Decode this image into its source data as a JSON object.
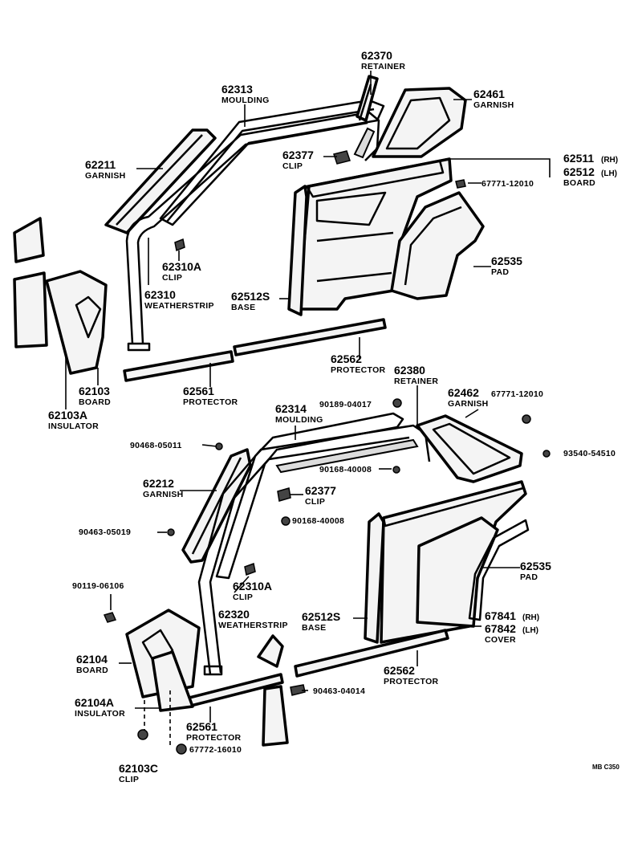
{
  "figure_code": "MB C350",
  "labels": {
    "p62370": {
      "num": "62370",
      "name": "RETAINER"
    },
    "p62313": {
      "num": "62313",
      "name": "MOULDING"
    },
    "p62461": {
      "num": "62461",
      "name": "GARNISH"
    },
    "p62211": {
      "num": "62211",
      "name": "GARNISH"
    },
    "p62377a": {
      "num": "62377",
      "name": "CLIP"
    },
    "p62511": {
      "num": "62511",
      "side": "(RH)"
    },
    "p62512": {
      "num": "62512",
      "side": "(LH)",
      "name": "BOARD"
    },
    "p67771a": {
      "num": "67771-12010"
    },
    "p62310A_a": {
      "num": "62310A",
      "name": "CLIP"
    },
    "p62535a": {
      "num": "62535",
      "name": "PAD"
    },
    "p62310": {
      "num": "62310",
      "name": "WEATHERSTRIP"
    },
    "p62512S_a": {
      "num": "62512S",
      "name": "BASE"
    },
    "p62562a": {
      "num": "62562",
      "name": "PROTECTOR"
    },
    "p62380": {
      "num": "62380",
      "name": "RETAINER"
    },
    "p62103": {
      "num": "62103",
      "name": "BOARD"
    },
    "p62561a": {
      "num": "62561",
      "name": "PROTECTOR"
    },
    "p62103A": {
      "num": "62103A",
      "name": "INSULATOR"
    },
    "p62462": {
      "num": "62462",
      "name": "GARNISH"
    },
    "p67771b": {
      "num": "67771-12010"
    },
    "p90189": {
      "num": "90189-04017"
    },
    "p62314": {
      "num": "62314",
      "name": "MOULDING"
    },
    "p90468": {
      "num": "90468-05011"
    },
    "p93540": {
      "num": "93540-54510"
    },
    "p90168a": {
      "num": "90168-40008"
    },
    "p62212": {
      "num": "62212",
      "name": "GARNISH"
    },
    "p62377b": {
      "num": "62377",
      "name": "CLIP"
    },
    "p90168b": {
      "num": "90168-40008"
    },
    "p90463a": {
      "num": "90463-05019"
    },
    "p62535b": {
      "num": "62535",
      "name": "PAD"
    },
    "p90119": {
      "num": "90119-06106"
    },
    "p62310A_b": {
      "num": "62310A",
      "name": "CLIP"
    },
    "p62320": {
      "num": "62320",
      "name": "WEATHERSTRIP"
    },
    "p62512S_b": {
      "num": "62512S",
      "name": "BASE"
    },
    "p67841": {
      "num": "67841",
      "side": "(RH)"
    },
    "p67842": {
      "num": "67842",
      "side": "(LH)",
      "name": "COVER"
    },
    "p62104": {
      "num": "62104",
      "name": "BOARD"
    },
    "p62562b": {
      "num": "62562",
      "name": "PROTECTOR"
    },
    "p90463b": {
      "num": "90463-04014"
    },
    "p62104A": {
      "num": "62104A",
      "name": "INSULATOR"
    },
    "p62561b": {
      "num": "62561",
      "name": "PROTECTOR"
    },
    "p67772": {
      "num": "67772-16010"
    },
    "p62103C": {
      "num": "62103C",
      "name": "CLIP"
    }
  }
}
